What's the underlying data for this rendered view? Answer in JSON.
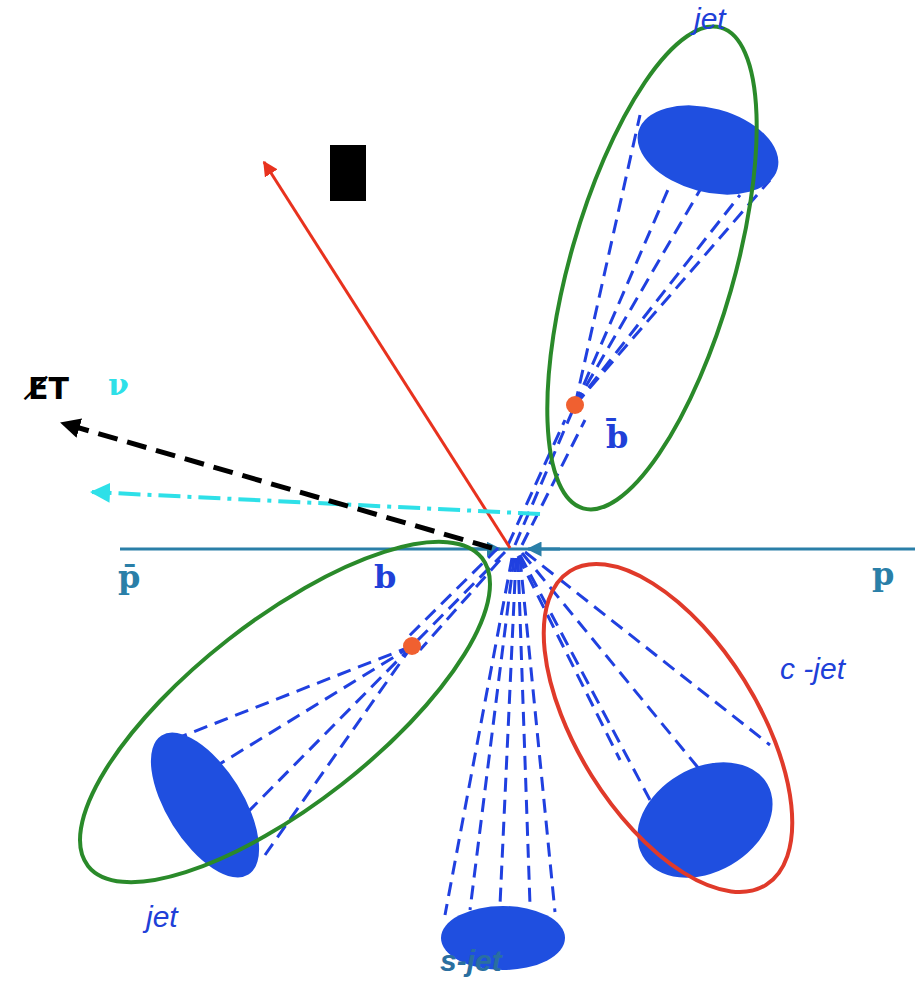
{
  "diagram": {
    "labels": [
      "jet",
      "E̸T",
      "ν",
      "b̄",
      "p̄",
      "b",
      "p",
      "c -jet",
      "jet",
      "s-jet"
    ]
  }
}
